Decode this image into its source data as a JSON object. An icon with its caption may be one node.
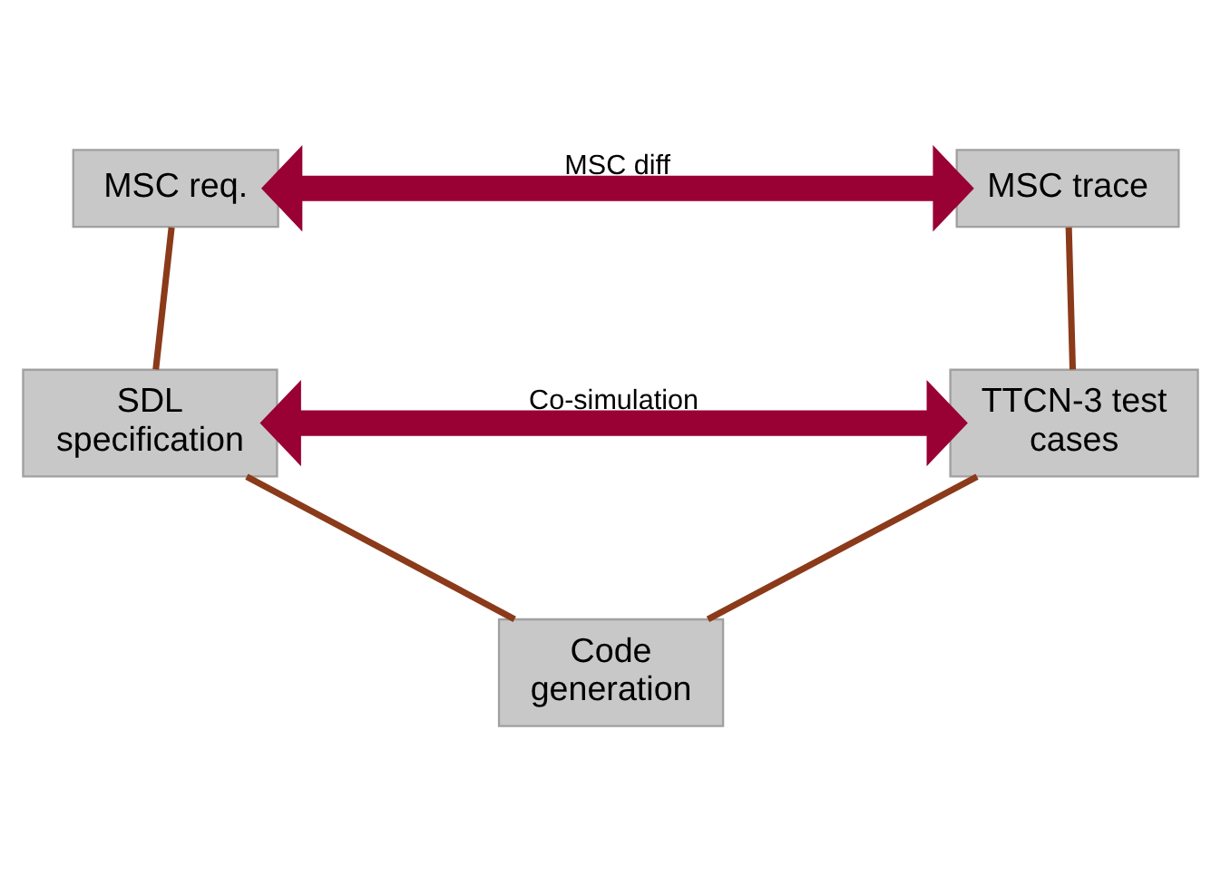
{
  "diagram": {
    "nodes": [
      {
        "text": [
          "MSC req."
        ]
      },
      {
        "text": [
          "MSC trace"
        ]
      },
      {
        "text": [
          "SDL specification"
        ]
      },
      {
        "text": [
          "TTCN-3 test cases"
        ]
      },
      {
        "text": [
          "Code generation"
        ]
      }
    ],
    "edges": [
      {
        "from": 0,
        "to": 1,
        "arrow": "both",
        "label": "MSC diff",
        "style": "thick",
        "color": "#990033"
      },
      {
        "from": 0,
        "to": 2,
        "arrow": "none"
      },
      {
        "from": 1,
        "to": 3,
        "arrow": "none"
      },
      {
        "from": 2,
        "to": 3,
        "arrow": "both",
        "label": "Co-simulation",
        "style": "thick",
        "color": "#990033"
      },
      {
        "from": 2,
        "to": 4,
        "arrow": "none"
      },
      {
        "from": 3,
        "to": 4,
        "arrow": "none"
      }
    ]
  }
}
